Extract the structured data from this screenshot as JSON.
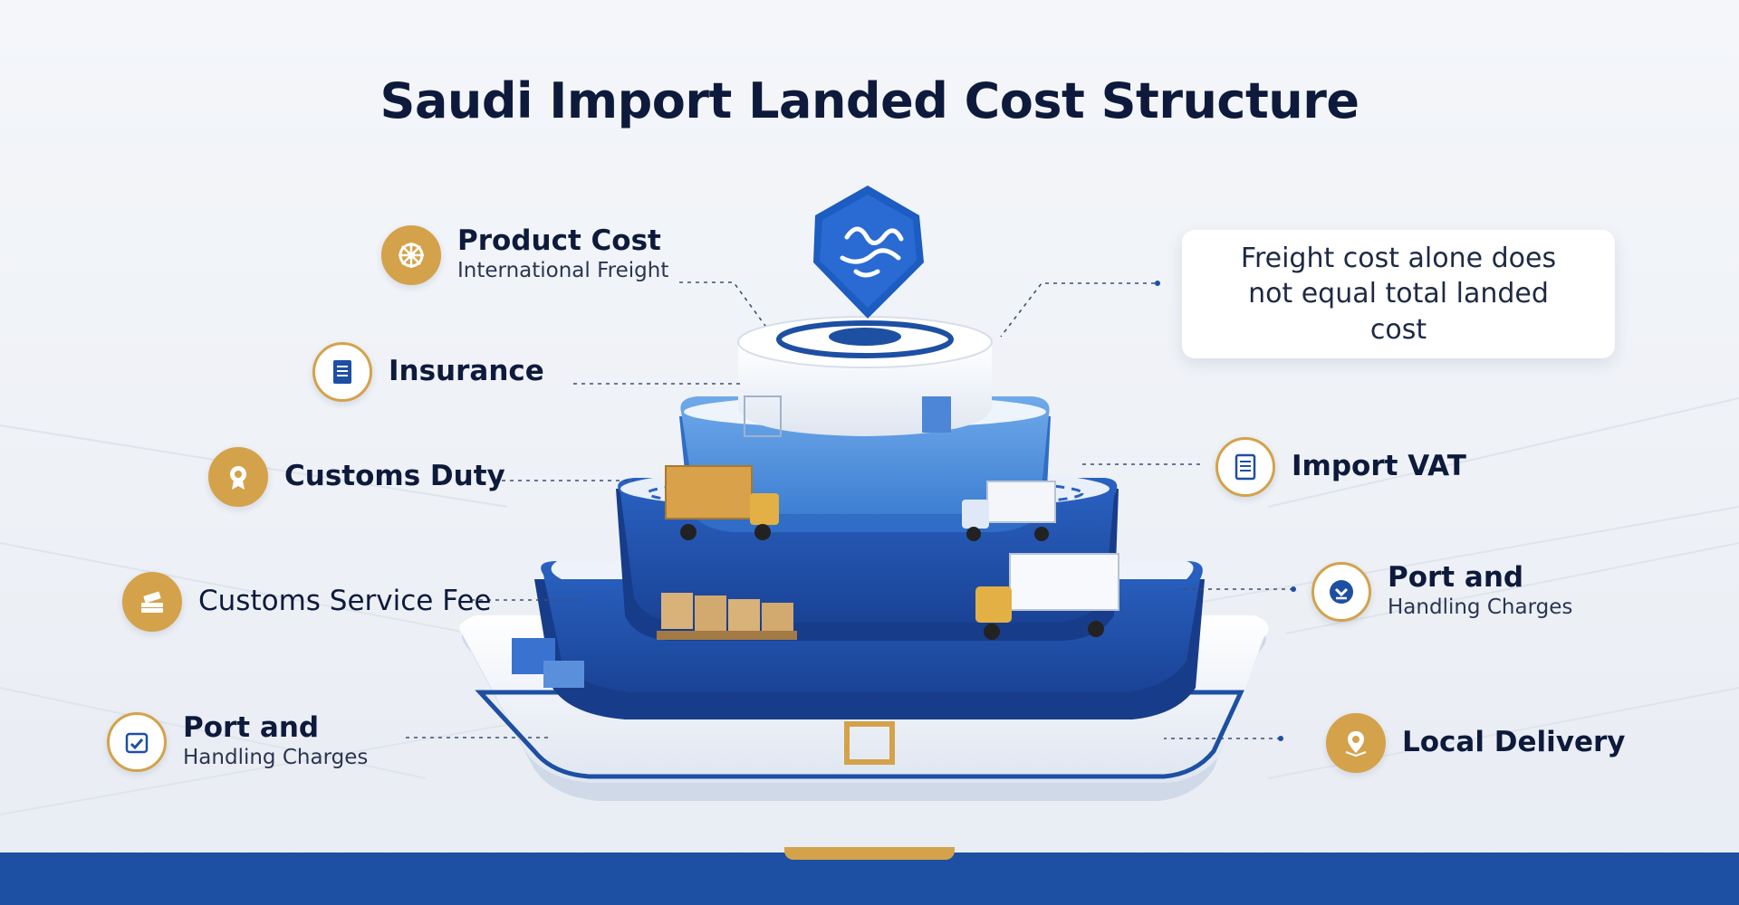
{
  "title": "Saudi Import Landed Cost Structure",
  "callout": "Freight cost alone does not equal total landed cost",
  "labels": {
    "product_cost": {
      "main": "Product Cost",
      "sub": "International Freight",
      "icon": "ship-wheel-icon"
    },
    "insurance": {
      "main": "Insurance",
      "icon": "document-list-icon"
    },
    "customs_duty": {
      "main": "Customs Duty",
      "icon": "seal-badge-icon"
    },
    "customs_service_fee": {
      "main": "Customs Service Fee",
      "icon": "cash-stack-icon"
    },
    "port_handling_left": {
      "main": "Port and",
      "sub": "Handling Charges",
      "icon": "checked-crate-icon"
    },
    "import_vat": {
      "main": "Import VAT",
      "icon": "document-list-icon"
    },
    "port_handling_right": {
      "main": "Port and",
      "sub": "Handling Charges",
      "icon": "download-shield-icon"
    },
    "local_delivery": {
      "main": "Local Delivery",
      "icon": "location-pin-icon"
    }
  },
  "colors": {
    "navy": "#0e1a3c",
    "blue": "#1d4fa3",
    "light_blue": "#4b8fdc",
    "gold": "#d4a24a"
  }
}
